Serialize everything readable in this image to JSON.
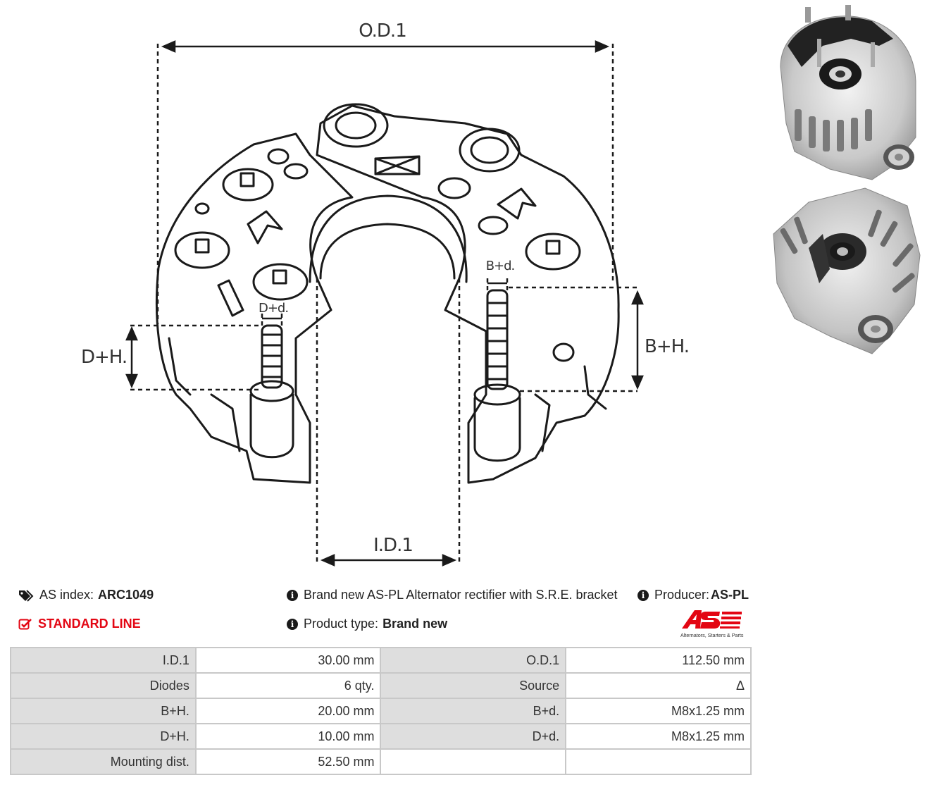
{
  "diagram": {
    "od_label": "O.D.1",
    "id_label": "I.D.1",
    "bh_label": "B+H.",
    "dh_label": "D+H.",
    "bd_label": "B+d.",
    "dd_label": "D+d."
  },
  "info": {
    "as_index_label": "AS index:",
    "as_index_value": "ARC1049",
    "standard_line": "STANDARD LINE",
    "description": "Brand new AS-PL Alternator rectifier with S.R.E. bracket",
    "producer_label": "Producer:",
    "producer_value": "AS-PL",
    "product_type_label": "Product type:",
    "product_type_value": "Brand new"
  },
  "logo": {
    "text": "AS",
    "tagline": "Alternators, Starters & Parts",
    "color": "#e30613"
  },
  "specs": [
    {
      "l1": "I.D.1",
      "v1": "30.00 mm",
      "l2": "O.D.1",
      "v2": "112.50 mm"
    },
    {
      "l1": "Diodes",
      "v1": "6 qty.",
      "l2": "Source",
      "v2": "Δ"
    },
    {
      "l1": "B+H.",
      "v1": "20.00 mm",
      "l2": "B+d.",
      "v2": "M8x1.25 mm"
    },
    {
      "l1": "D+H.",
      "v1": "10.00 mm",
      "l2": "D+d.",
      "v2": "M8x1.25 mm"
    },
    {
      "l1": "Mounting dist.",
      "v1": "52.50 mm",
      "l2": "",
      "v2": ""
    }
  ],
  "icons": {
    "tag": "tag-icon",
    "check": "check-square-icon",
    "info": "info-icon"
  }
}
